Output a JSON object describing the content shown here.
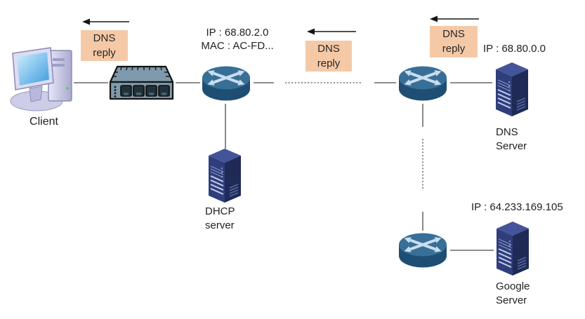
{
  "diagram_type": "network-topology",
  "labels": {
    "client": "Client",
    "router1": "IP : 68.80.2.0\nMAC : AC-FD...",
    "dns_server_ip": "IP : 68.80.0.0",
    "dns_server": "DNS\nServer",
    "google_server_ip": "IP : 64.233.169.105",
    "google_server": "Google\nServer",
    "dhcp_server": "DHCP\nserver"
  },
  "reply_boxes": [
    {
      "text": "DNS\nreply"
    },
    {
      "text": "DNS\nreply"
    },
    {
      "text": "DNS\nreply"
    }
  ],
  "icons": {
    "client": "desktop-computer-icon",
    "switch": "network-switch-icon",
    "router": "router-icon",
    "server": "server-tower-icon",
    "arrow": "left-arrow-icon"
  },
  "colors": {
    "reply_box_bg": "#F5C9A6",
    "router_top": "#386F96",
    "router_body": "#1E4E73",
    "router_arrows": "#C9DEF0",
    "server_front": "#2F3E7B",
    "server_side": "#1F2B56",
    "server_top": "#44549A",
    "switch_body": "#7E9AAC",
    "line": "#4A4A4A",
    "arrow_line": "#161616",
    "text": "#1F1F1F"
  }
}
